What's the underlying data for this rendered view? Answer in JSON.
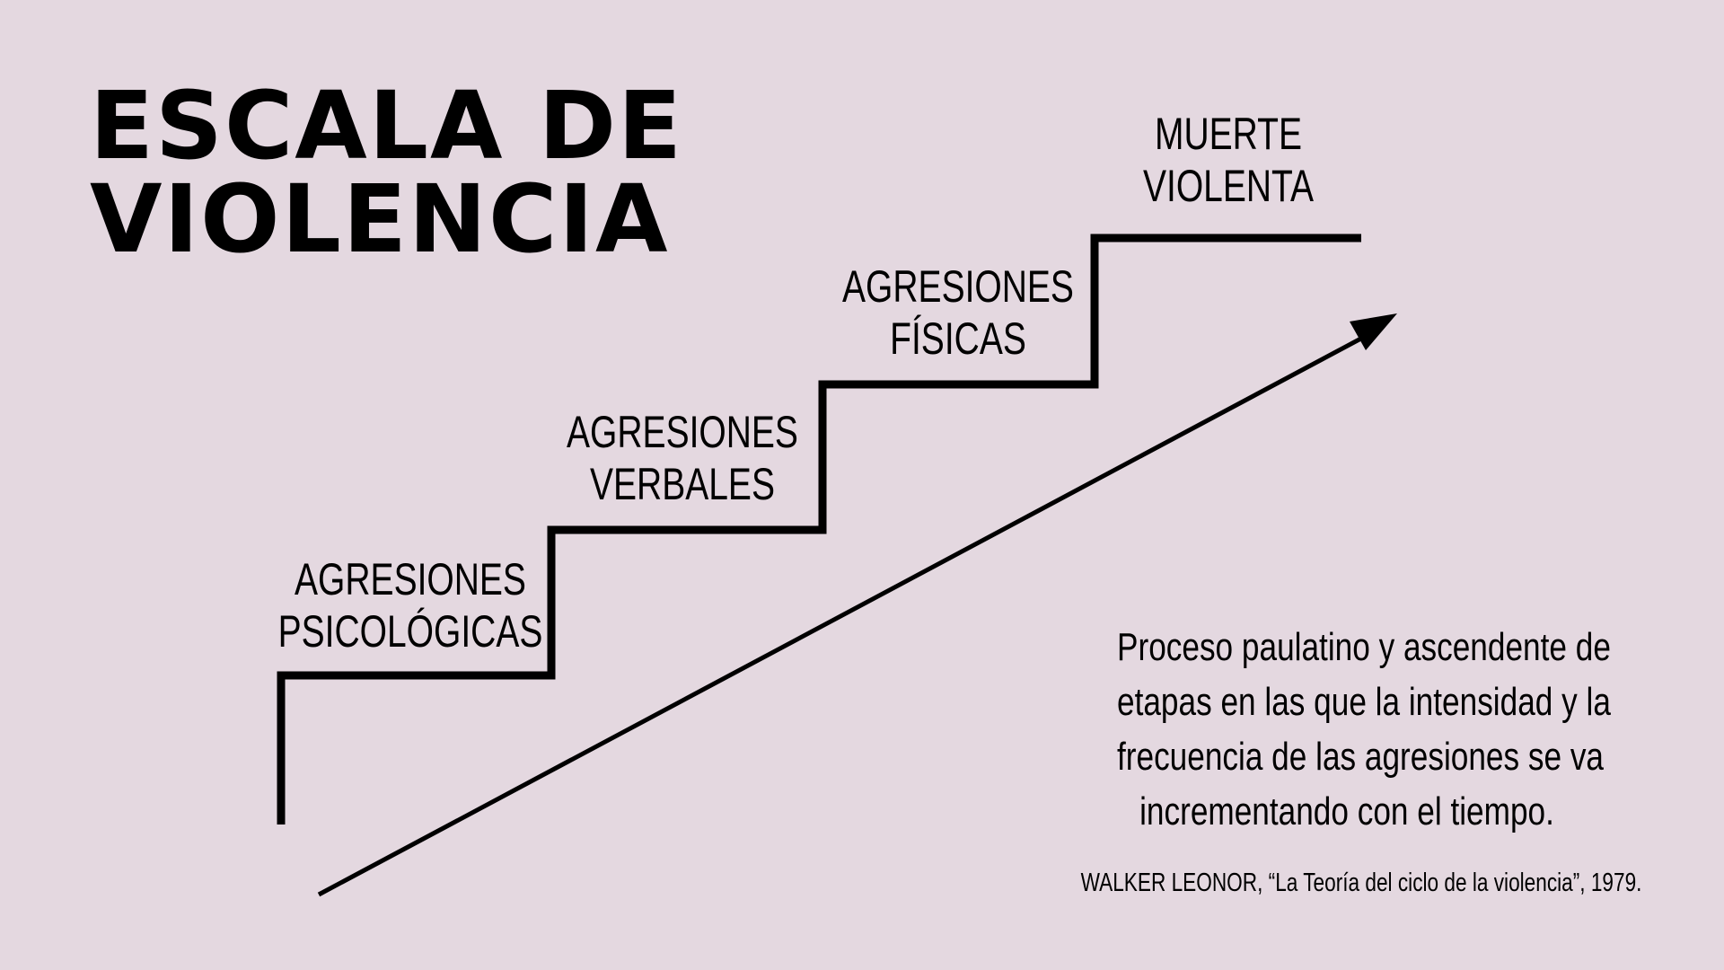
{
  "title": {
    "line1": "ESCALA DE",
    "line2": "VIOLENCIA"
  },
  "steps": [
    {
      "line1": "AGRESIONES",
      "line2": "PSICOLÓGICAS"
    },
    {
      "line1": "AGRESIONES",
      "line2": "VERBALES"
    },
    {
      "line1": "AGRESIONES",
      "line2": "FÍSICAS"
    },
    {
      "line1": "MUERTE",
      "line2": "VIOLENTA"
    }
  ],
  "description": {
    "line1": "Proceso paulatino y ascendente de",
    "line2": "etapas en las que la intensidad y la",
    "line3": "frecuencia de las agresiones se va",
    "line4": "incrementando con el tiempo."
  },
  "citation": "WALKER LEONOR, “La Teoría del ciclo de la violencia”, 1979.",
  "colors": {
    "background": "#e4d8e0",
    "ink": "#000000"
  }
}
